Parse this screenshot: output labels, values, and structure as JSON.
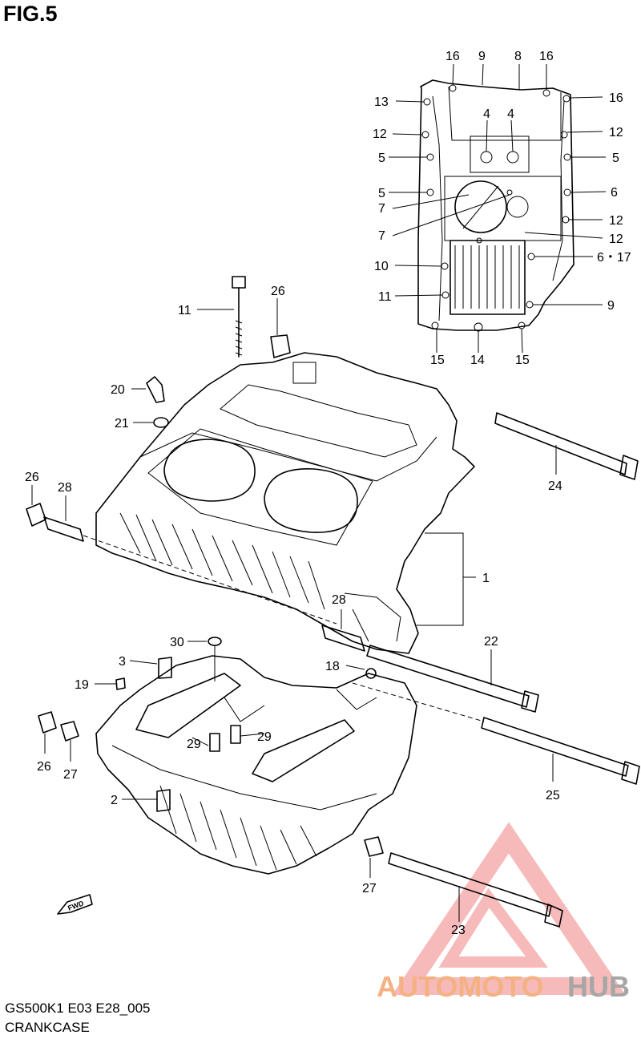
{
  "header": {
    "figure_label": "FIG.5"
  },
  "footer": {
    "model_code": "GS500K1 E03 E28_005",
    "group_name": "CRANKCASE"
  },
  "watermark": {
    "left_text": "AUTOMOTO",
    "right_text": "HUB",
    "left_color": "#f4b183",
    "right_color": "#a6a6a6",
    "triangle_color": "#f4a3a3"
  },
  "callouts": {
    "c1": "16",
    "c2": "9",
    "c3": "8",
    "c4": "16",
    "c5": "13",
    "c6": "16",
    "c7": "4",
    "c8": "4",
    "c9": "12",
    "c10": "12",
    "c11": "5",
    "c12": "5",
    "c13": "5",
    "c14": "6",
    "c15": "7",
    "c16": "12",
    "c17": "7",
    "c18": "12",
    "c19": "10",
    "c20": "6・17",
    "c21": "11",
    "c22": "9",
    "c23": "15",
    "c24": "14",
    "c25": "15",
    "c26": "11",
    "c27": "26",
    "c28": "20",
    "c29": "21",
    "c30": "26",
    "c31": "28",
    "c32": "24",
    "c33": "1",
    "c34": "28",
    "c35": "30",
    "c36": "3",
    "c37": "18",
    "c38": "22",
    "c39": "19",
    "c40": "29",
    "c41": "29",
    "c42": "26",
    "c43": "27",
    "c44": "2",
    "c45": "25",
    "c46": "27",
    "c47": "23"
  },
  "fwd_label": "FWD"
}
